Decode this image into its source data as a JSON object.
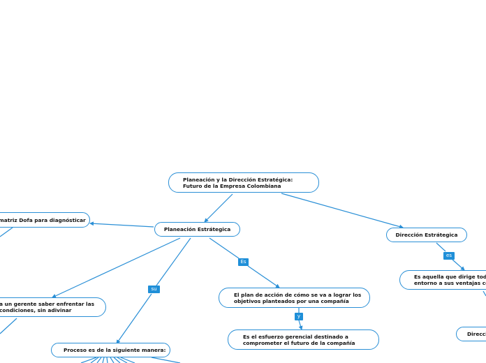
{
  "colors": {
    "accent": "#2a8fd6",
    "tag_bg": "#1f8fd8"
  },
  "nodes": {
    "root": "Planeación y la Dirección Estratégica:\nFuturo de la Empresa Colombiana",
    "planeacion": "Planeación Estrátegica",
    "direccion": "Dirección Estrátegica",
    "dofa": "matriz Dofa para diagnósticar",
    "gerente": "a un gerente saber enfrentar las\ncondiciones, sin adivinar",
    "proceso": "Proceso es de la siguiente manera:",
    "plan": "El plan de acción de cómo se va a lograr los\nobjetivos planteados por una compañía",
    "esfuerzo": "Es el esfuerzo gerencial destinado a\ncomprometer el futuro de la compañía",
    "aquella": "Es aquella que dirige toda\nentorno a sus ventajas com",
    "direcc": "Direcci"
  },
  "tags": {
    "es_upper": "Es",
    "su": "su",
    "y": "y",
    "es_lower": "es"
  }
}
